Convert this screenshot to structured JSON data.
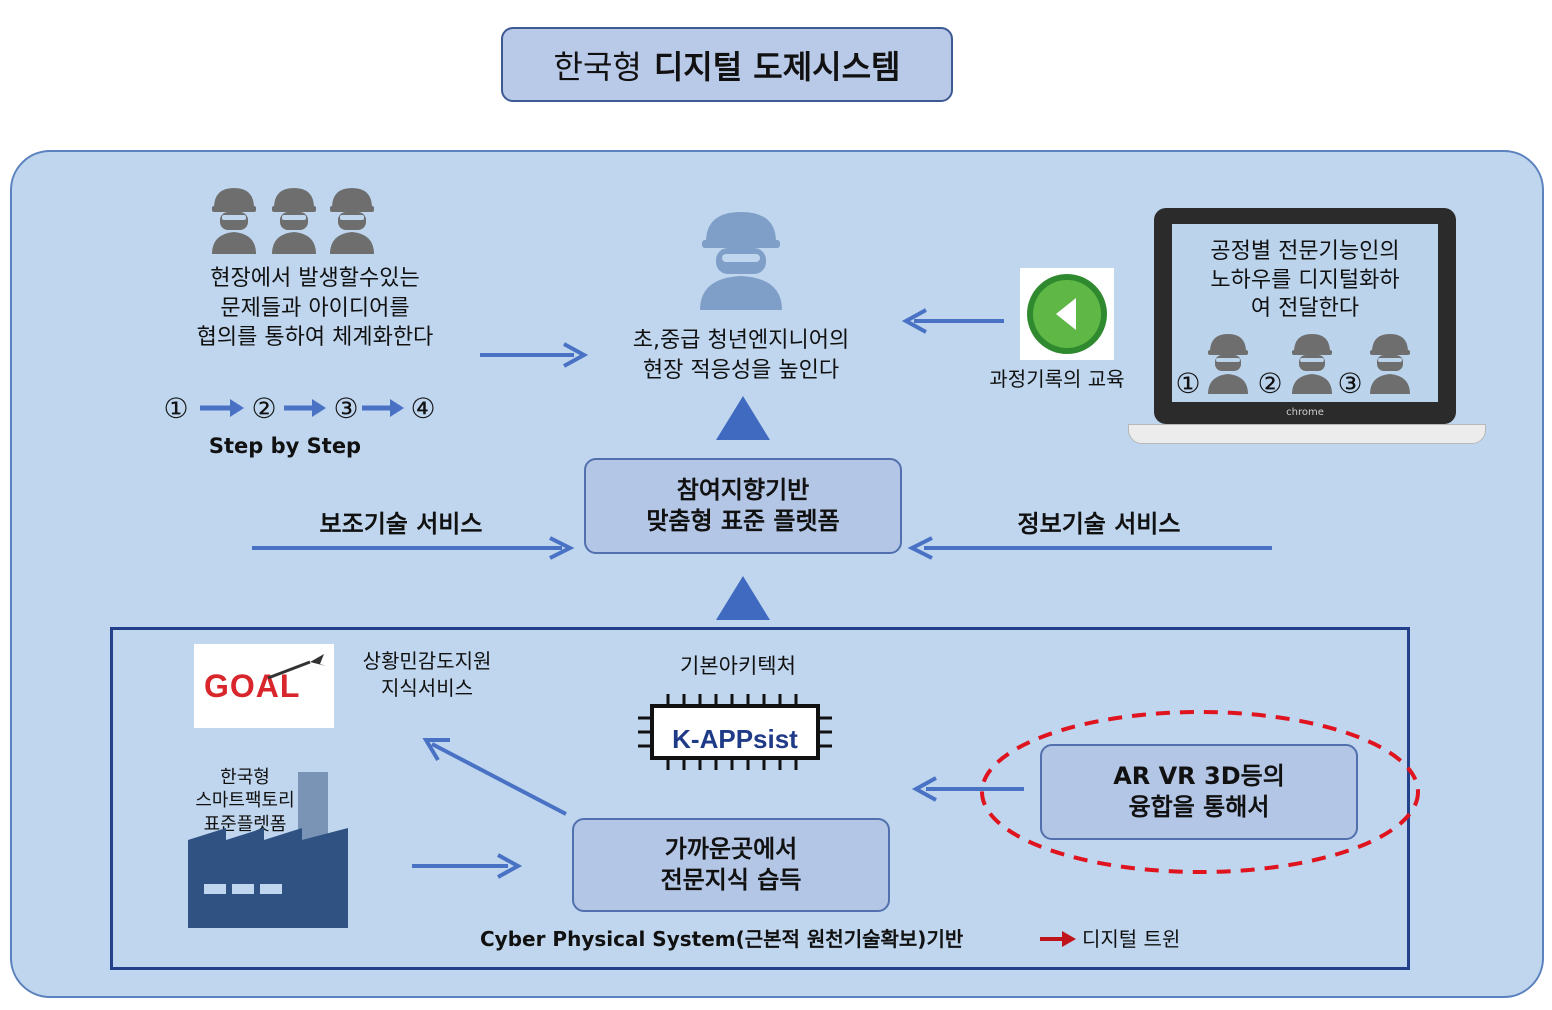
{
  "title": {
    "regular": "한국형",
    "bold": "디지털 도제시스템"
  },
  "top_left": {
    "text_lines": [
      "현장에서 발생할수있는",
      "문제들과 아이디어를",
      "협의를 통하여 체계화한다"
    ],
    "steps": [
      "①",
      "②",
      "③",
      "④"
    ],
    "step_label": "Step by Step"
  },
  "center_top": {
    "text_lines": [
      "초,중급 청년엔지니어의",
      "현장 적응성을 높인다"
    ]
  },
  "right_top": {
    "laptop_text_lines": [
      "공정별 전문기능인의",
      "노하우를 디지털화하",
      "여 전달한다"
    ],
    "laptop_steps": [
      "①",
      "②",
      "③"
    ],
    "laptop_brand": "chrome",
    "icon_label": "과정기록의 교육"
  },
  "platform_box": {
    "lines": [
      "참여지향기반",
      "맞춤형 표준 플렛폼"
    ]
  },
  "left_service": "보조기술 서비스",
  "right_service": "정보기술 서비스",
  "lower": {
    "goal_logo": "GOAL",
    "goal_caption_lines": [
      "상황민감도지원",
      "지식서비스"
    ],
    "arch_label": "기본아키텍처",
    "chip_label": "K-APPsist",
    "factory_caption_lines": [
      "한국형",
      "스마트팩토리",
      "표준플렛폼"
    ],
    "knowledge_box_lines": [
      "가까운곳에서",
      "전문지식 습득"
    ],
    "ar_box_lines": [
      "AR VR 3D등의",
      "융합을 통해서"
    ],
    "footer_left": "Cyber Physical System(근본적 원천기술확보)기반",
    "footer_right": "디지털 트윈"
  },
  "colors": {
    "panel": "#bfd6ee",
    "box": "#b4c6e6",
    "arrow": "#4a72c4",
    "triangle": "#3f6ac0",
    "dashed_ellipse": "#e0141e",
    "worker": "#6e6e6e",
    "worker_blue": "#7f9fc8"
  }
}
